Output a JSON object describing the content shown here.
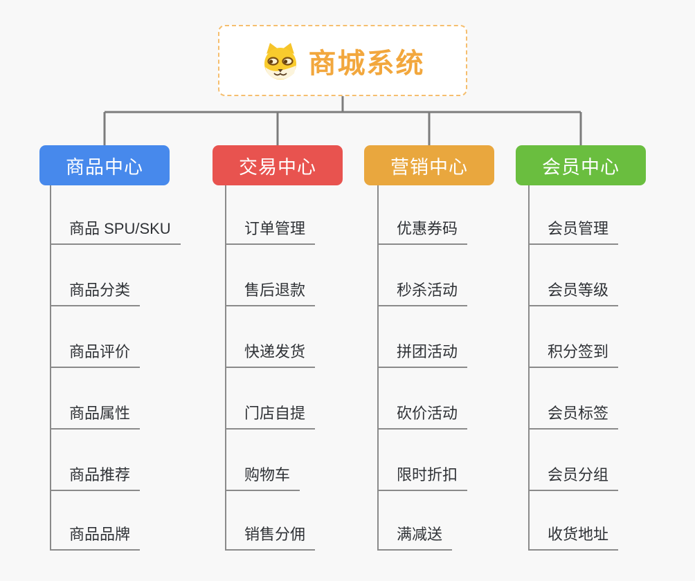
{
  "root": {
    "title": "商城系统",
    "icon": "shiba-dog-icon"
  },
  "branches": [
    {
      "id": "product-center",
      "label": "商品中心",
      "color": "#4789EC",
      "items": [
        "商品 SPU/SKU",
        "商品分类",
        "商品评价",
        "商品属性",
        "商品推荐",
        "商品品牌"
      ]
    },
    {
      "id": "trade-center",
      "label": "交易中心",
      "color": "#E8534F",
      "items": [
        "订单管理",
        "售后退款",
        "快递发货",
        "门店自提",
        "购物车",
        "销售分佣"
      ]
    },
    {
      "id": "marketing-center",
      "label": "营销中心",
      "color": "#E9A73E",
      "items": [
        "优惠券码",
        "秒杀活动",
        "拼团活动",
        "砍价活动",
        "限时折扣",
        "满减送"
      ]
    },
    {
      "id": "member-center",
      "label": "会员中心",
      "color": "#6ABE3F",
      "items": [
        "会员管理",
        "会员等级",
        "积分签到",
        "会员标签",
        "会员分组",
        "收货地址"
      ]
    }
  ],
  "colors": {
    "background": "#F8F8F8",
    "connector": "#7C7C7C",
    "branch_line": "#8A8A8A",
    "branch_text": "#FFFFFF",
    "root_border": "#F5BE6E",
    "root_text": "#F2A73D",
    "item_text": "#2F3236"
  }
}
